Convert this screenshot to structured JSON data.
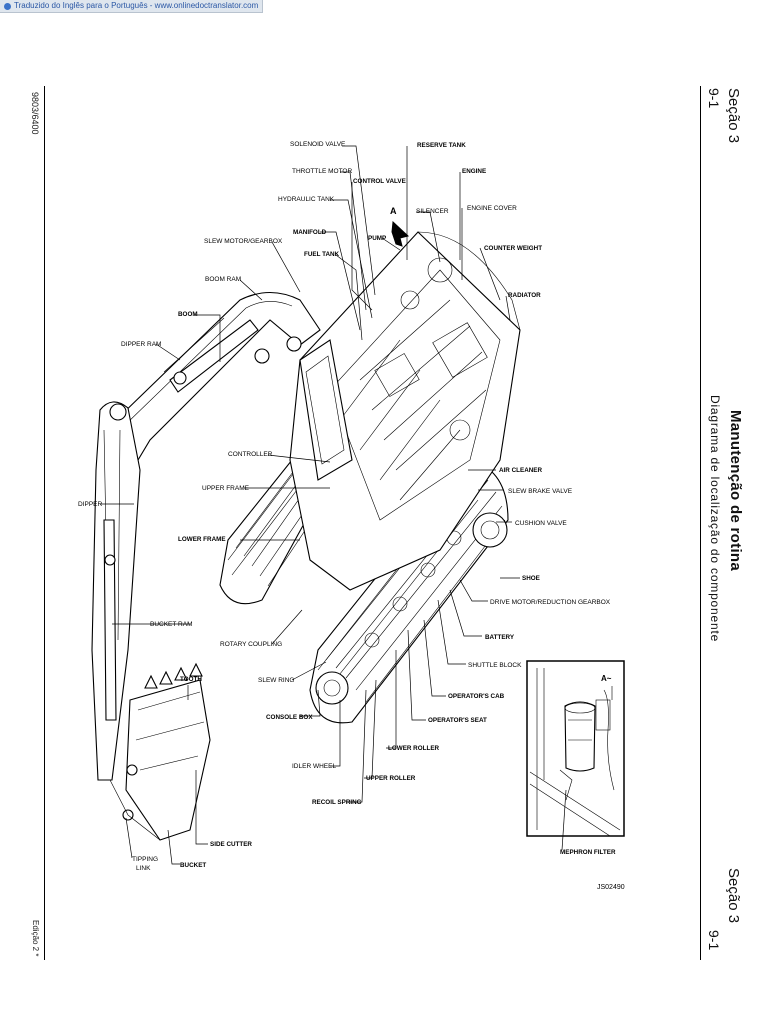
{
  "banner": {
    "text": "Traduzido do Inglês para o Português - www.onlinedoctranslator.com"
  },
  "header": {
    "section_top": "Seção 3",
    "page_top": "9-1",
    "title": "Manutenção de rotina",
    "subtitle": "Diagrama de localização do componente",
    "section_bottom": "Seção 3",
    "page_bottom": "9-1"
  },
  "footer": {
    "doc_number": "9803/6400",
    "edition": "Edição 2 *"
  },
  "diagram": {
    "figure_code": "JS02490",
    "marker_main": "A",
    "marker_inset": "A~",
    "labels": [
      "SOLENOID VALVE",
      "THROTTLE MOTOR",
      "CONTROL VALVE",
      "RESERVE TANK",
      "ENGINE",
      "HYDRAULIC TANK",
      "SILENCER",
      "ENGINE COVER",
      "MANIFOLD",
      "PUMP",
      "SLEW MOTOR/GEARBOX",
      "FUEL TANK",
      "COUNTER WEIGHT",
      "BOOM RAM",
      "RADIATOR",
      "BOOM",
      "DIPPER RAM",
      "CONTROLLER",
      "AIR CLEANER",
      "UPPER FRAME",
      "SLEW BRAKE VALVE",
      "DIPPER",
      "CUSHION VALVE",
      "LOWER FRAME",
      "SHOE",
      "DRIVE MOTOR/REDUCTION GEARBOX",
      "BUCKET RAM",
      "BATTERY",
      "ROTARY COUPLING",
      "SHUTTLE BLOCK",
      "TOOTH",
      "SLEW RING",
      "OPERATOR'S CAB",
      "CONSOLE BOX",
      "OPERATOR'S SEAT",
      "LOWER ROLLER",
      "IDLER WHEEL",
      "UPPER ROLLER",
      "RECOIL SPRING",
      "SIDE CUTTER",
      "TIPPING",
      "LINK",
      "BUCKET",
      "MEPHRON FILTER"
    ]
  }
}
